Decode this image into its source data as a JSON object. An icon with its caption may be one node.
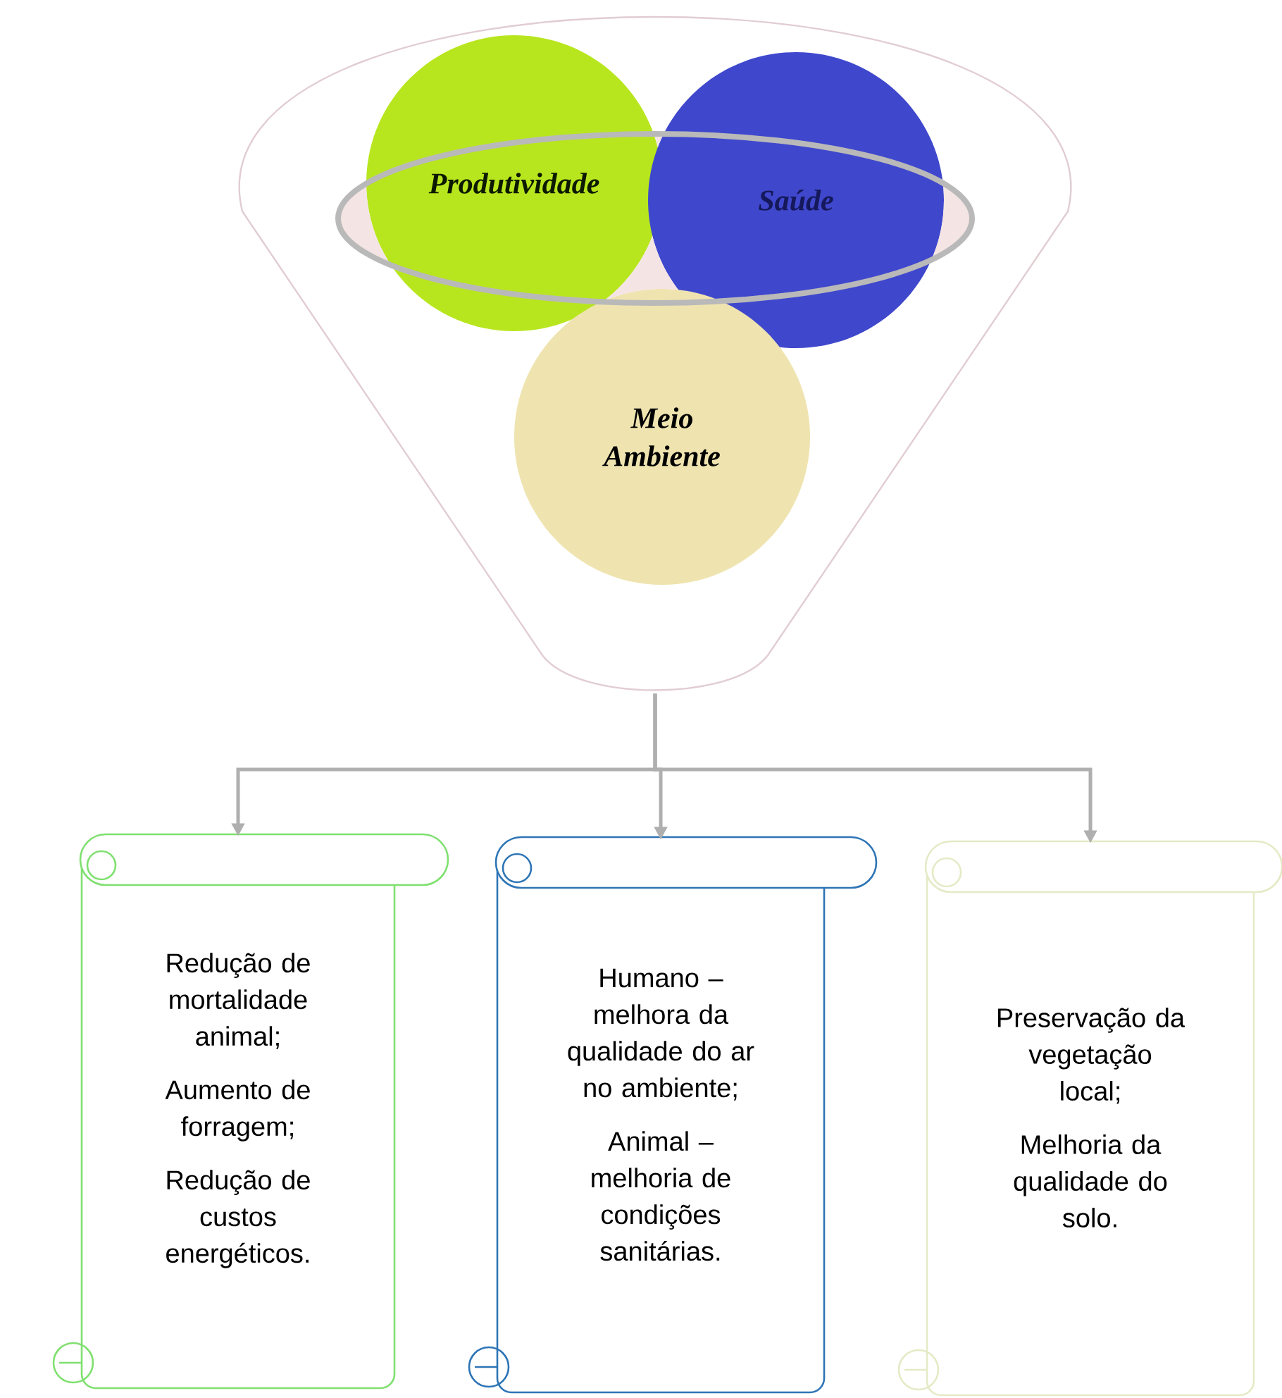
{
  "diagram": {
    "nodes": [
      {
        "text": [],
        "shape": "funnel"
      },
      {
        "text": [
          "Produtividade"
        ],
        "in": 0
      },
      {
        "text": [
          "Saúde"
        ],
        "in": 0
      },
      {
        "text": [
          "Meio Ambiente"
        ],
        "in": 0
      },
      {
        "text": [
          "Redução de mortalidade animal;",
          "Aumento de forragem;",
          "Redução de custos energéticos."
        ]
      },
      {
        "text": [
          "Humano – melhora da qualidade do ar no ambiente;",
          "Animal – melhoria de condições sanitárias."
        ]
      },
      {
        "text": [
          "Preservação da vegetação local;",
          "Melhoria da qualidade do solo."
        ]
      }
    ],
    "edges": [
      {
        "from": 0,
        "to": 4,
        "arrow": "to"
      },
      {
        "from": 0,
        "to": 5,
        "arrow": "to"
      },
      {
        "from": 0,
        "to": 6,
        "arrow": "to"
      }
    ]
  }
}
